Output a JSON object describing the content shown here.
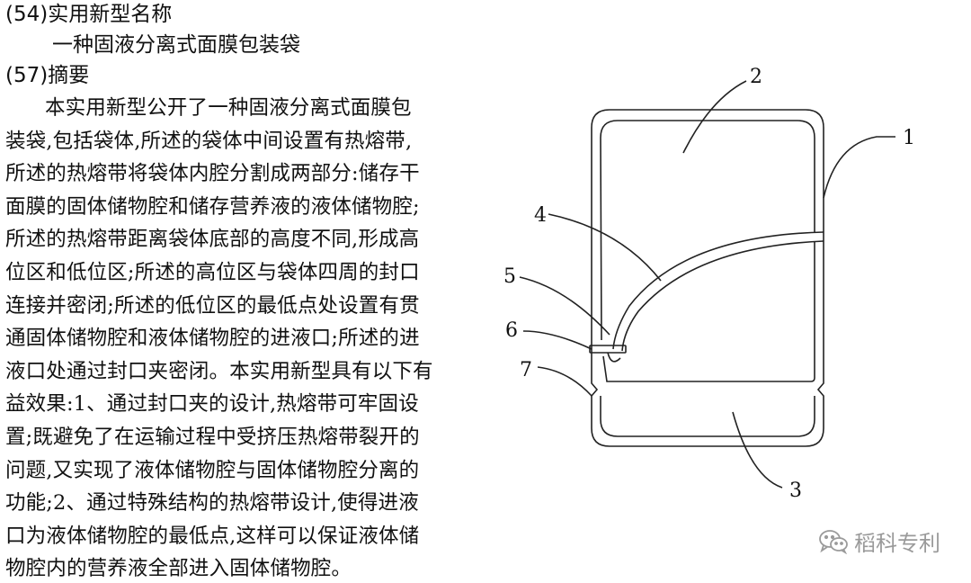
{
  "header": {
    "name_section_label": "(54)实用新型名称",
    "name": "一种固液分离式面膜包装袋",
    "abstract_section_label": "(57)摘要"
  },
  "abstract": {
    "lines": [
      "本实用新型公开了一种固液分离式面膜包",
      "装袋,包括袋体,所述的袋体中间设置有热熔带,",
      "所述的热熔带将袋体内腔分割成两部分:储存干",
      "面膜的固体储物腔和储存营养液的液体储物腔;",
      "所述的热熔带距离袋体底部的高度不同,形成高",
      "位区和低位区;所述的高位区与袋体四周的封口",
      "连接并密闭;所述的低位区的最低点处设置有贯",
      "通固体储物腔和液体储物腔的进液口;所述的进",
      "液口处通过封口夹密闭。本实用新型具有以下有",
      "益效果:1、通过封口夹的设计,热熔带可牢固设",
      "置;既避免了在运输过程中受挤压热熔带裂开的",
      "问题,又实现了液体储物腔与固体储物腔分离的",
      "功能;2、通过特殊结构的热熔带设计,使得进液",
      "口为液体储物腔的最低点,这样可以保证液体储",
      "物腔内的营养液全部进入固体储物腔。"
    ]
  },
  "figure": {
    "labels": [
      "1",
      "2",
      "3",
      "4",
      "5",
      "6",
      "7"
    ]
  },
  "watermark": {
    "text": "稻科专利",
    "icon": "wechat-icon",
    "color": "#9a9a9a"
  }
}
